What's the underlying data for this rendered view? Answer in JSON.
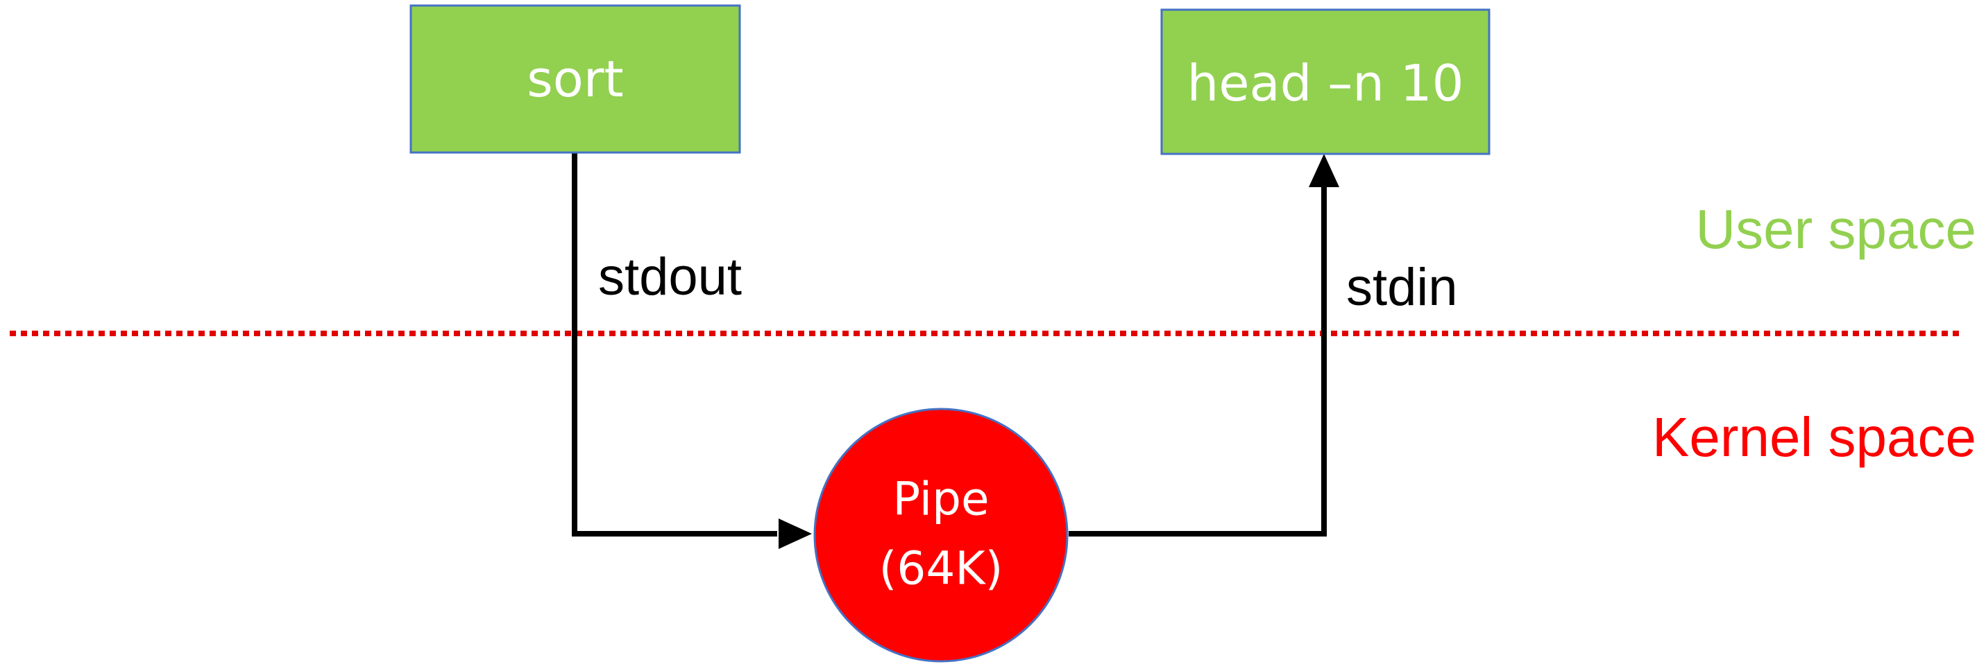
{
  "colors": {
    "process_fill": "#92d050",
    "process_border": "#4472c4",
    "pipe_fill": "#ff0000",
    "pipe_border": "#4472c4",
    "user_space": "#92d050",
    "kernel_space": "#ff0000",
    "boundary_line": "#e00000",
    "arrow": "#000000"
  },
  "nodes": {
    "writer": {
      "label": "sort"
    },
    "reader": {
      "label": "head –n 10"
    },
    "pipe": {
      "line1": "Pipe",
      "line2": "(64K)"
    }
  },
  "edges": {
    "writer_to_pipe": {
      "label": "stdout"
    },
    "pipe_to_reader": {
      "label": "stdin"
    }
  },
  "regions": {
    "user": {
      "label": "User space"
    },
    "kernel": {
      "label": "Kernel space"
    }
  }
}
